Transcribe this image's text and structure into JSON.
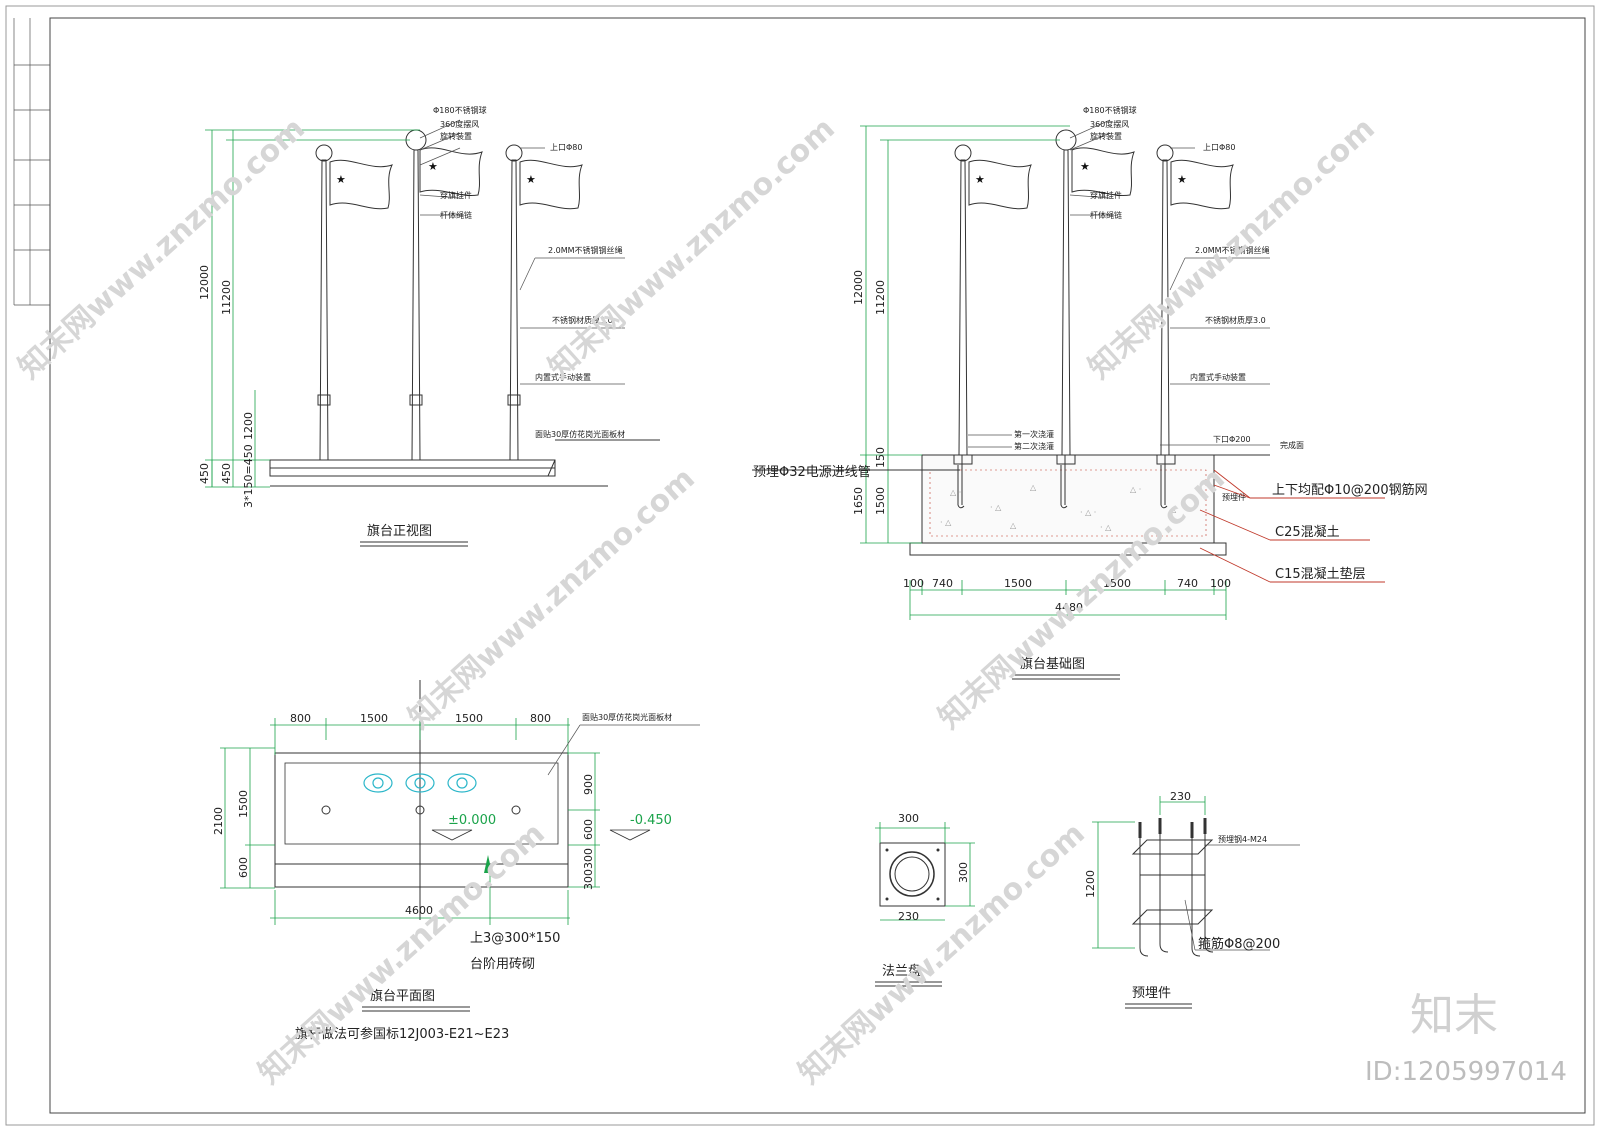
{
  "views": {
    "front_title": "旗台正视图",
    "foundation_title": "旗台基础图",
    "plan_title": "旗台平面图",
    "flange_title": "法兰盘",
    "embed_title": "预埋件"
  },
  "pole_annotations": {
    "ball": "Φ180不锈钢球",
    "wind": "360度摆风",
    "rotate": "旋转装置",
    "clip": "穿旗挂件",
    "rope": "杆体绳链",
    "top_dia": "上口Φ80",
    "wire": "2.0MM不锈钢钢丝绳",
    "wall": "不锈钢材质厚3.0",
    "hand": "内置式手动装置",
    "stone": "面贴30厚仿花岗光面板材"
  },
  "front_dims": {
    "total": "12000",
    "pole": "11200",
    "base_h": "1200",
    "d450a": "450",
    "d450b": "450",
    "steps": "3*150=450"
  },
  "foundation": {
    "pipe": "预埋Φ32电源进线管",
    "pour1": "第一次浇灌",
    "pour2": "第二次浇灌",
    "bottom_dia": "下口Φ200",
    "finish": "完成面",
    "embed": "预埋件",
    "rebar": "上下均配Φ10@200钢筋网",
    "c25": "C25混凝土",
    "c15": "C15混凝土垫层",
    "dims_v": [
      "150",
      "1500",
      "1650"
    ],
    "dims_h": [
      "100",
      "740",
      "1500",
      "1500",
      "740",
      "100"
    ],
    "total_w": "4480",
    "total": "12000",
    "pole": "11200"
  },
  "plan": {
    "top_dims": [
      "800",
      "1500",
      "1500",
      "800"
    ],
    "left_dims": [
      "1500",
      "600",
      "2100"
    ],
    "right_dims": [
      "900",
      "600",
      "300300"
    ],
    "total_w": "4600",
    "stone": "面贴30厚仿花岗光面板材",
    "level0": "±0.000",
    "level1": "-0.450",
    "steps": "上3@300*150",
    "steps_note": "台阶用砖砌",
    "reference": "旗杆做法可参国标12J003-E21~E23"
  },
  "flange": {
    "w": "300",
    "h": "300",
    "inner": "230"
  },
  "embed": {
    "w": "230",
    "h": "1200",
    "bolt": "预埋钢4-M24",
    "stirrup": "箍筋Φ8@200"
  },
  "watermark": {
    "text": "知末网www.znzmo.com",
    "brand": "知末",
    "id": "ID:1205997014"
  },
  "colors": {
    "dimension": "#1aa34a",
    "leader": "#c0392b",
    "ink": "#333333",
    "sheet": "#ffffff"
  }
}
